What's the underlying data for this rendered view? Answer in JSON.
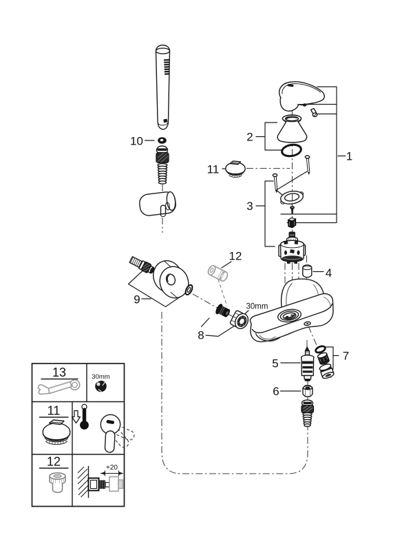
{
  "figure": {
    "kind": "exploded-parts-diagram",
    "subject": "single-lever bath shower mixer with hand shower"
  },
  "callouts": {
    "handle_assembly": "1",
    "cap_assembly": "2",
    "escutcheon_set": "3",
    "plug": "4",
    "diverter_cartridge": "5",
    "union_nut": "6",
    "check_valve_set": "7",
    "connection_nut_set": "8",
    "s_union_set": "9",
    "hose_seal": "10",
    "indicator_cap": "11",
    "extension_nipple": "12",
    "spanner": "13"
  },
  "annotations": {
    "union_nut_size": "30mm"
  },
  "legend": {
    "rows": [
      {
        "num": "13",
        "tool_size": "30mm"
      },
      {
        "num": "11"
      },
      {
        "num": "12",
        "dimension": "+20"
      }
    ]
  },
  "colors": {
    "line": "#1a1a1a",
    "muted": "#9a9a9a",
    "background": "#ffffff"
  }
}
